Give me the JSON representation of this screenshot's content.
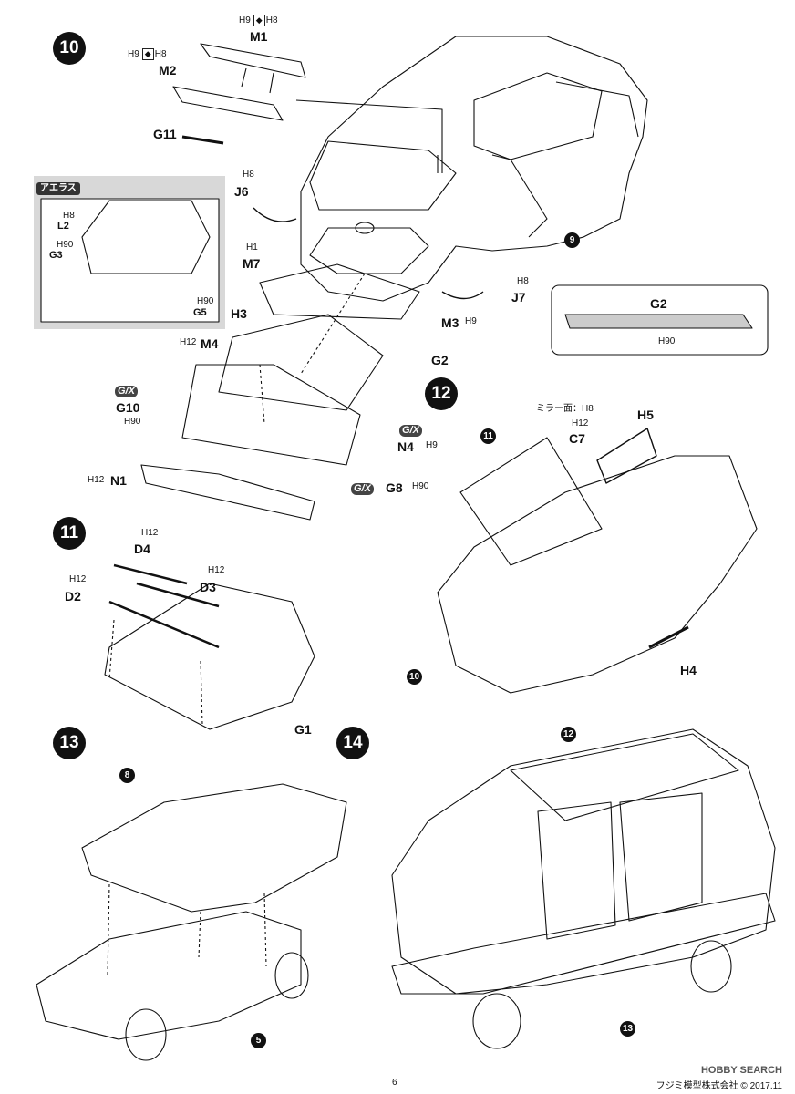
{
  "steps": {
    "s10": "10",
    "s11": "11",
    "s12": "12",
    "s13": "13",
    "s14": "14"
  },
  "refs": {
    "r9": "9",
    "r11": "11",
    "r10": "10",
    "r8": "8",
    "r5": "5",
    "r12": "12",
    "r13": "13"
  },
  "parts": {
    "M1": "M1",
    "M2": "M2",
    "G11": "G11",
    "J6": "J6",
    "M7": "M7",
    "J7": "J7",
    "M3": "M3",
    "G2": "G2",
    "H3": "H3",
    "M4": "M4",
    "G10": "G10",
    "N4": "N4",
    "N1": "N1",
    "G8": "G8",
    "L2": "L2",
    "G3": "G3",
    "G5": "G5",
    "D4": "D4",
    "D3": "D3",
    "D2": "D2",
    "G1": "G1",
    "C7": "C7",
    "H5": "H5",
    "H4": "H4"
  },
  "colors": {
    "H8": "H8",
    "H9": "H9",
    "H1": "H1",
    "H12": "H12",
    "H90": "H90"
  },
  "gx_label": "G/X",
  "inset_title": "アエラス",
  "mirror_label": "ミラー面：",
  "page_number": "6",
  "footer_text": "フジミ模型株式会社 © 2017.11",
  "watermark": "HOBBY SEARCH"
}
